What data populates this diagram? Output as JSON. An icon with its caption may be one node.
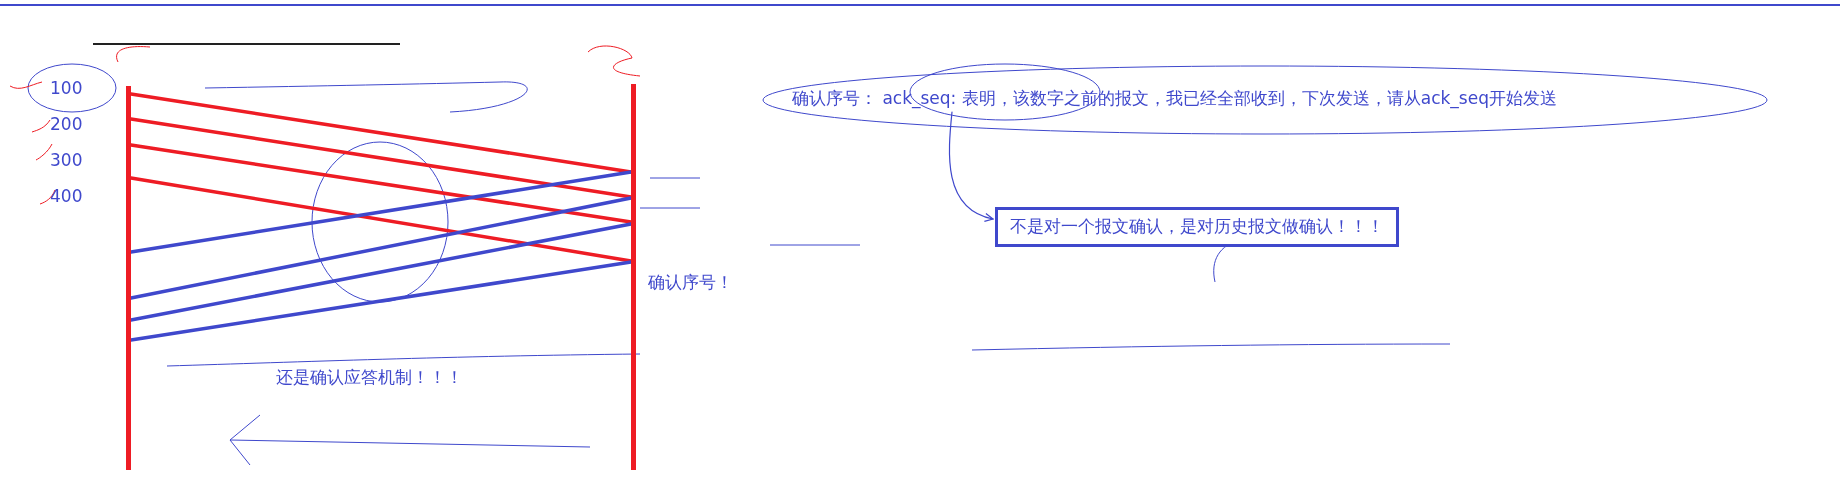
{
  "diagram": {
    "nodes": [
      {
        "text": [],
        "shape": "bar"
      },
      {
        "text": [],
        "shape": "bar"
      },
      {
        "text": [
          "确认序号： ack_seq: 表明，该数字之前的报文，我已经全部收到，下次发送，请从ack_seq开始发送"
        ]
      },
      {
        "text": [
          "不是对一个报文确认，是对历史报文做确认！！！"
        ]
      }
    ],
    "edges": [
      {
        "from": 0,
        "to": 1,
        "arrow": "none",
        "color": "#ee1c24"
      },
      {
        "from": 0,
        "to": 1,
        "arrow": "none",
        "color": "#ee1c24"
      },
      {
        "from": 0,
        "to": 1,
        "arrow": "none",
        "color": "#ee1c24"
      },
      {
        "from": 0,
        "to": 1,
        "arrow": "none",
        "color": "#ee1c24"
      },
      {
        "from": 1,
        "to": 0,
        "arrow": "none"
      },
      {
        "from": 1,
        "to": 0,
        "arrow": "none"
      },
      {
        "from": 1,
        "to": 0,
        "arrow": "none"
      },
      {
        "from": 1,
        "to": 0,
        "arrow": "none"
      },
      {
        "from": 2,
        "to": 3,
        "arrow": "to"
      }
    ],
    "labels": [
      "100",
      "200",
      "300",
      "400",
      "确认序号！",
      "还是确认应答机制！！！"
    ]
  }
}
